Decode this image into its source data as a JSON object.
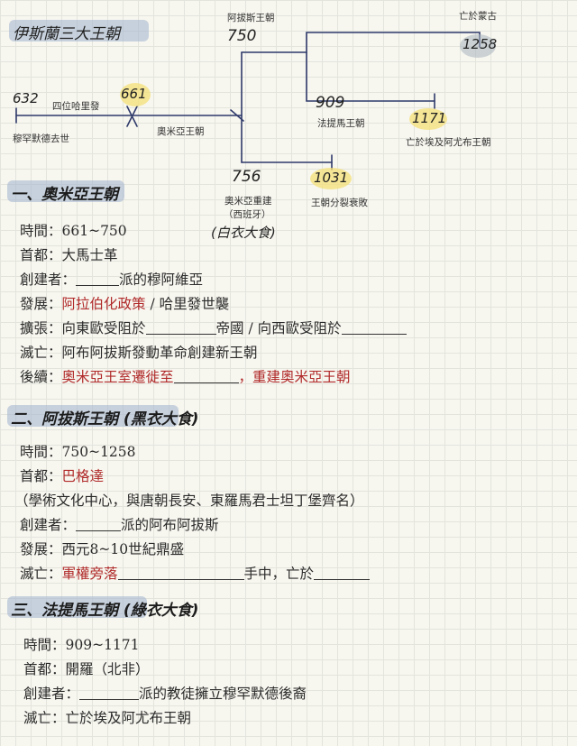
{
  "title": "伊斯蘭三大王朝",
  "timeline": {
    "abbasid_label": "阿拔斯王朝",
    "abbasid_year": "750",
    "mongol_label": "亡於蒙古",
    "mongol_year": "1258",
    "year_632": "632",
    "four_caliphs": "四位哈里發",
    "year_661": "661",
    "muhammad_death": "穆罕默德去世",
    "umayyad_label": "奧米亞王朝",
    "fatimid_year": "909",
    "fatimid_label": "法提馬王朝",
    "year_1171": "1171",
    "fatimid_end": "亡於埃及阿尤布王朝",
    "year_756": "756",
    "umayyad_rebuild": "奧米亞重建",
    "spain": "（西班牙）",
    "white_robe": "(白衣大食)",
    "year_1031": "1031",
    "split": "王朝分裂衰敗"
  },
  "sections": {
    "umayyad": {
      "heading": "一、奧米亞王朝",
      "time": "時間：661~750",
      "capital": "首都：大馬士革",
      "founder_pre": "創建者：",
      "founder_post": "派的穆阿維亞",
      "dev_label": "發展：",
      "dev_red": "阿拉伯化政策",
      "dev_rest": " / 哈里發世襲",
      "exp_label": "擴張：向東歐受阻於",
      "exp_mid": "帝國 / 向西歐受阻於",
      "fall": "滅亡：阿布阿拔斯發動革命創建新王朝",
      "after_label": "後續：",
      "after_red1": "奧米亞王室遷徙至",
      "after_red2": "，重建奧米亞王朝"
    },
    "abbasid": {
      "heading": "二、阿拔斯王朝 (黑衣大食)",
      "time": "時間：750~1258",
      "capital_label": "首都：",
      "capital_red": "巴格達",
      "note": "（學術文化中心，與唐朝長安、東羅馬君士坦丁堡齊名）",
      "founder_pre": "創建者：",
      "founder_post": "派的阿布阿拔斯",
      "dev": "發展：西元8~10世紀鼎盛",
      "fall_label": "滅亡：",
      "fall_red": "軍權旁落",
      "fall_mid": "手中，亡於"
    },
    "fatimid": {
      "heading": "三、法提馬王朝 (綠衣大食)",
      "time": "時間：909~1171",
      "capital": "首都：開羅（北非）",
      "founder_pre": "創建者：",
      "founder_post": "派的教徒擁立穆罕默德後裔",
      "fall": "滅亡：亡於埃及阿尤布王朝"
    }
  }
}
